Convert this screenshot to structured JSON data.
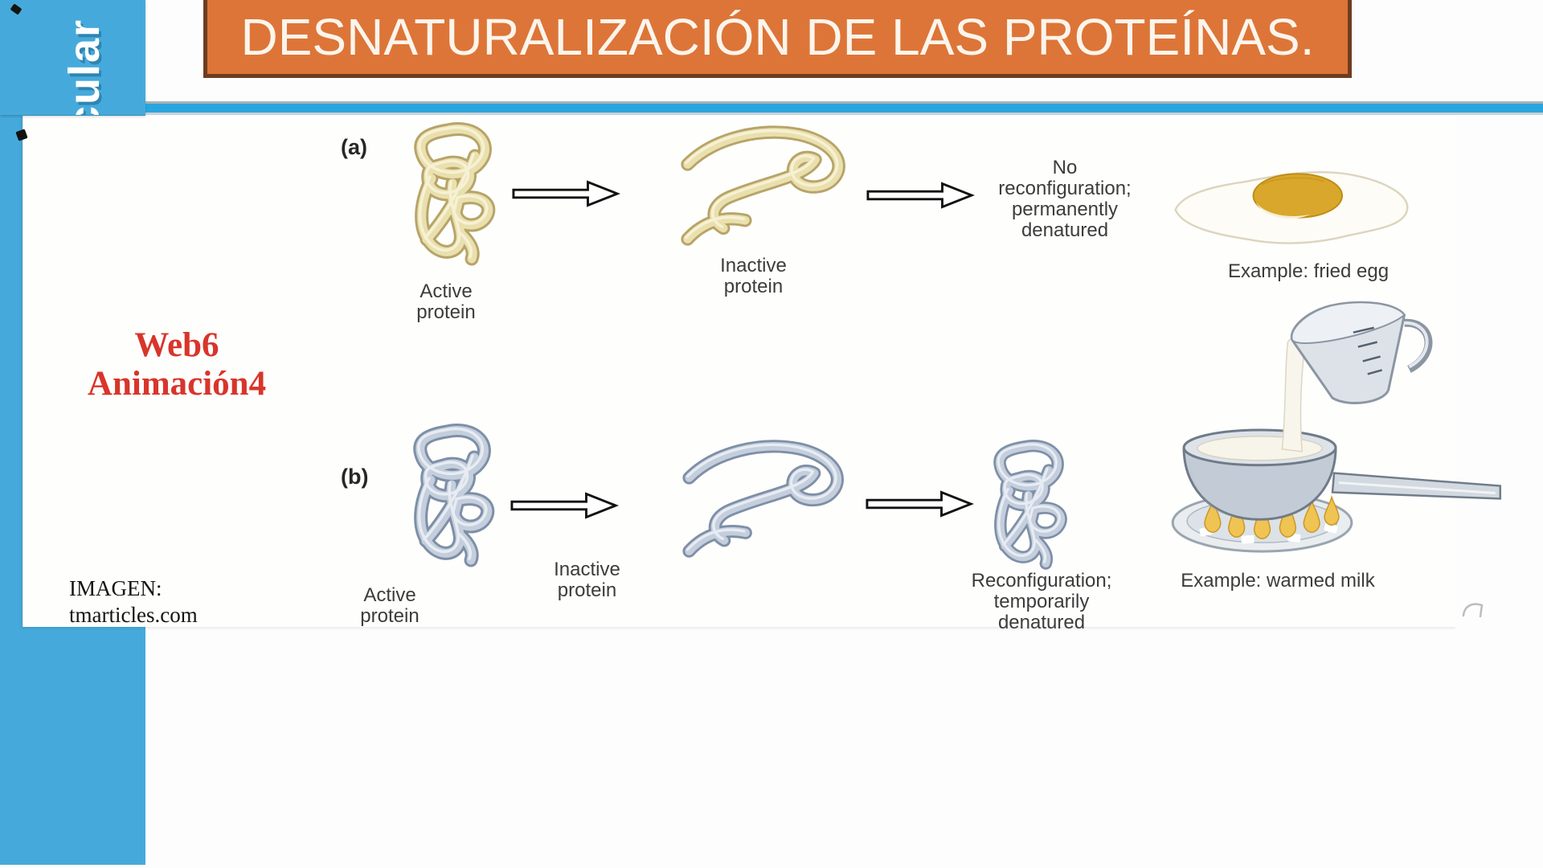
{
  "header": {
    "title": "DESNATURALIZACIÓN DE LAS PROTEÍNAS.",
    "banner_color": "#DD7538",
    "banner_border_color": "#6E3C20",
    "title_color": "#FBF5EC"
  },
  "sidebar": {
    "vertical_text": "cular",
    "color": "#45AADB"
  },
  "divider": {
    "color": "#2AA6DE"
  },
  "notes": {
    "web_note": "Web6\nAnimación4",
    "web_note_color": "#D8352B",
    "image_credit": "IMAGEN:\ntmarticles.com"
  },
  "diagram": {
    "row_a": {
      "label": "(a)",
      "active_caption": "Active\nprotein",
      "inactive_caption": "Inactive\nprotein",
      "outcome": "No\nreconfiguration;\npermanently\ndenatured",
      "example": "Example: fried egg",
      "protein_color": "#EAE0AE"
    },
    "row_b": {
      "label": "(b)",
      "active_caption": "Active\nprotein",
      "inactive_caption": "Inactive\nprotein",
      "outcome": "Reconfiguration;\ntemporarily\ndenatured",
      "example": "Example: warmed milk",
      "protein_color": "#C4CEDD"
    }
  }
}
